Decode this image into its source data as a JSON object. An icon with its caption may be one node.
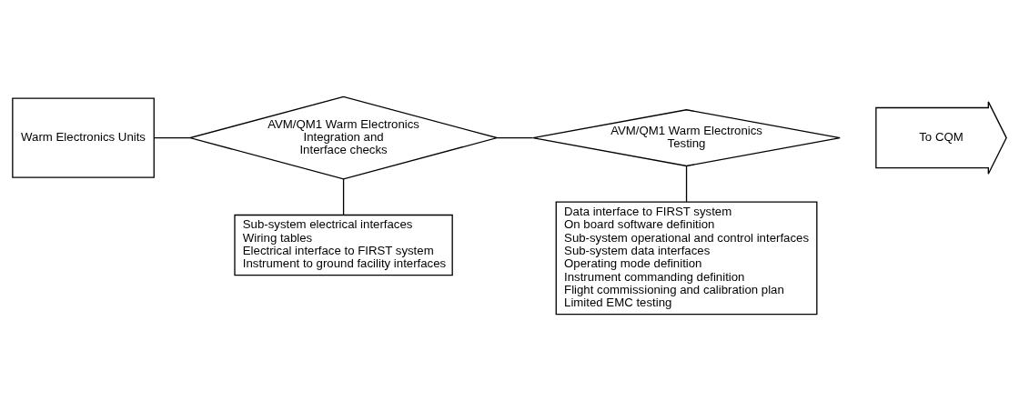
{
  "diagram": {
    "nodes": [
      {
        "text": [
          "Warm Electronics Units"
        ]
      },
      {
        "text": [
          "AVM/QM1 Warm Electronics Integration and Interface checks"
        ]
      },
      {
        "text": [
          "AVM/QM1 Warm Electronics Testing"
        ]
      },
      {
        "text": [
          "To CQM"
        ]
      },
      {
        "text": [
          "Sub-system electrical interfaces",
          "Wiring tables",
          "Electrical interface to FIRST system",
          "Instrument to ground facility interfaces"
        ]
      },
      {
        "text": [
          "Data interface to FIRST system",
          "On board software definition",
          "Sub-system operational and control interfaces",
          "Sub-system data interfaces",
          "Operating mode definition",
          "Instrument commanding definition",
          "Flight commissioning and calibration plan",
          "Limited EMC testing"
        ]
      }
    ],
    "edges": [
      {
        "from": 0,
        "to": 1,
        "arrow": "none"
      },
      {
        "from": 1,
        "to": 2,
        "arrow": "none"
      },
      {
        "from": 1,
        "to": 4,
        "arrow": "none"
      },
      {
        "from": 2,
        "to": 5,
        "arrow": "none"
      }
    ]
  }
}
